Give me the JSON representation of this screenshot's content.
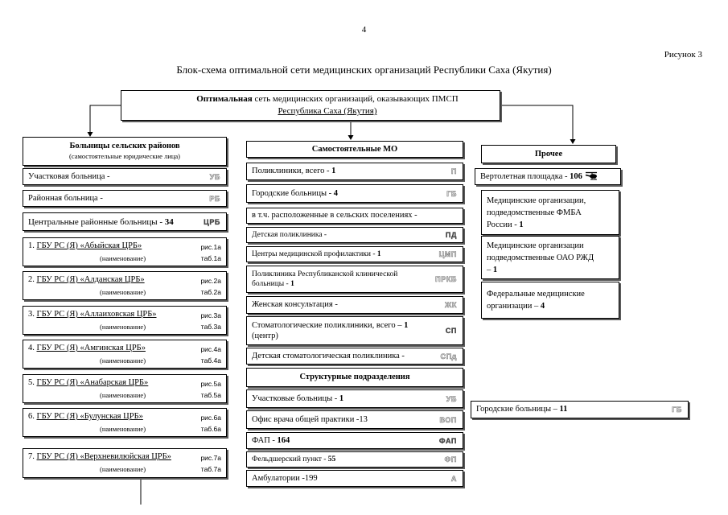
{
  "page_number": "4",
  "figure_label": "Рисунок 3",
  "title": "Блок-схема оптимальной сети медицинских организаций Республики Саха (Якутия)",
  "root": {
    "lead_bold": "Оптимальная",
    "lead_rest": " сеть медицинских организаций, оказывающих ПМСП",
    "region": "Республика Саха (Якутия)"
  },
  "rural": {
    "header": "Больницы сельских районов",
    "subheader": "(самостоятельные юридические лица)",
    "items": [
      {
        "label": "Участковая больница -",
        "abbr": "УБ"
      },
      {
        "label": "Районная больница -",
        "abbr": "РБ"
      },
      {
        "label": "Центральные районные больницы - ",
        "value": "34",
        "abbr": "ЦРБ"
      }
    ],
    "crb_caption": "(наименование)",
    "crb": [
      {
        "num": "1.",
        "name": "ГБУ РС (Я) «Абыйская ЦРБ»",
        "fig": "рис.1а",
        "tab": "таб.1а"
      },
      {
        "num": "2.",
        "name": "ГБУ РС (Я) «Алданская ЦРБ»",
        "fig": "рис.2а",
        "tab": "таб.2а"
      },
      {
        "num": "3.",
        "name": "ГБУ РС (Я) «Аллаиховская ЦРБ»",
        "fig": "рис.3а",
        "tab": "таб.3а"
      },
      {
        "num": "4.",
        "name": "ГБУ РС (Я)  «Амгинская ЦРБ»",
        "fig": "рис.4а",
        "tab": "таб.4а"
      },
      {
        "num": "5.",
        "name": "ГБУ РС (Я) «Анабарская ЦРБ»",
        "fig": "рис.5а",
        "tab": "таб.5а"
      },
      {
        "num": "6.",
        "name": "ГБУ РС (Я) «Булунская  ЦРБ»",
        "fig": "рис.6а",
        "tab": "таб.6а"
      },
      {
        "num": "7.",
        "name": "ГБУ РС (Я) «Верхневилюйская  ЦРБ»",
        "fig": "рис.7а",
        "tab": "таб.7а"
      }
    ]
  },
  "independent": {
    "header": "Самостоятельные МО",
    "items": [
      {
        "label": "Поликлиники, всего - ",
        "value": "1",
        "abbr": "П"
      },
      {
        "label": "Городские больницы - ",
        "value": "4",
        "abbr": "ГБ"
      },
      {
        "label": "в т.ч. расположенные в сельских поселениях -"
      },
      {
        "label": "Детская поликлиника -",
        "abbr": "ПД"
      },
      {
        "label": "Центры медицинской профилактики - ",
        "value": "1",
        "abbr": "ЦМП"
      },
      {
        "label": "Поликлиника Республиканской клинической больницы - ",
        "value": "1",
        "abbr": "ПРКБ"
      },
      {
        "label": "Женская консультация -",
        "abbr": "ЖК"
      },
      {
        "label": "Стоматологические поликлиники, всего – ",
        "value": "1",
        "note": "(центр)",
        "abbr": "СП"
      },
      {
        "label": "Детская стоматологическая поликлиника -",
        "abbr": "СПд"
      }
    ]
  },
  "structural": {
    "header": "Структурные подразделения",
    "items": [
      {
        "label": "Участковые больницы - ",
        "value": "1",
        "abbr": "УБ"
      },
      {
        "label": "Офис врача общей практики -13",
        "abbr": "ВОП"
      },
      {
        "label": "ФАП - ",
        "value": "164",
        "abbr": "ФАП"
      },
      {
        "label": "Фельдшерский пункт - ",
        "value": "55",
        "abbr": "ФП"
      },
      {
        "label": "Амбулатории -199",
        "abbr": "А"
      }
    ]
  },
  "other": {
    "header": "Прочее",
    "helipad": {
      "label": "Вертолетная площадка - ",
      "value": "106",
      "icon": "helicopter-icon"
    },
    "items": [
      {
        "label": "Медицинские организации, подведомственные ФМБА России - ",
        "value": "1"
      },
      {
        "label": "Медицинские организации подведомственные ОАО РЖД – ",
        "value": "1"
      },
      {
        "label": "Федеральные медицинские организации – ",
        "value": "4"
      }
    ]
  },
  "city_hospitals": {
    "label": "Городские больницы – ",
    "value": "11",
    "abbr": "ГБ"
  }
}
